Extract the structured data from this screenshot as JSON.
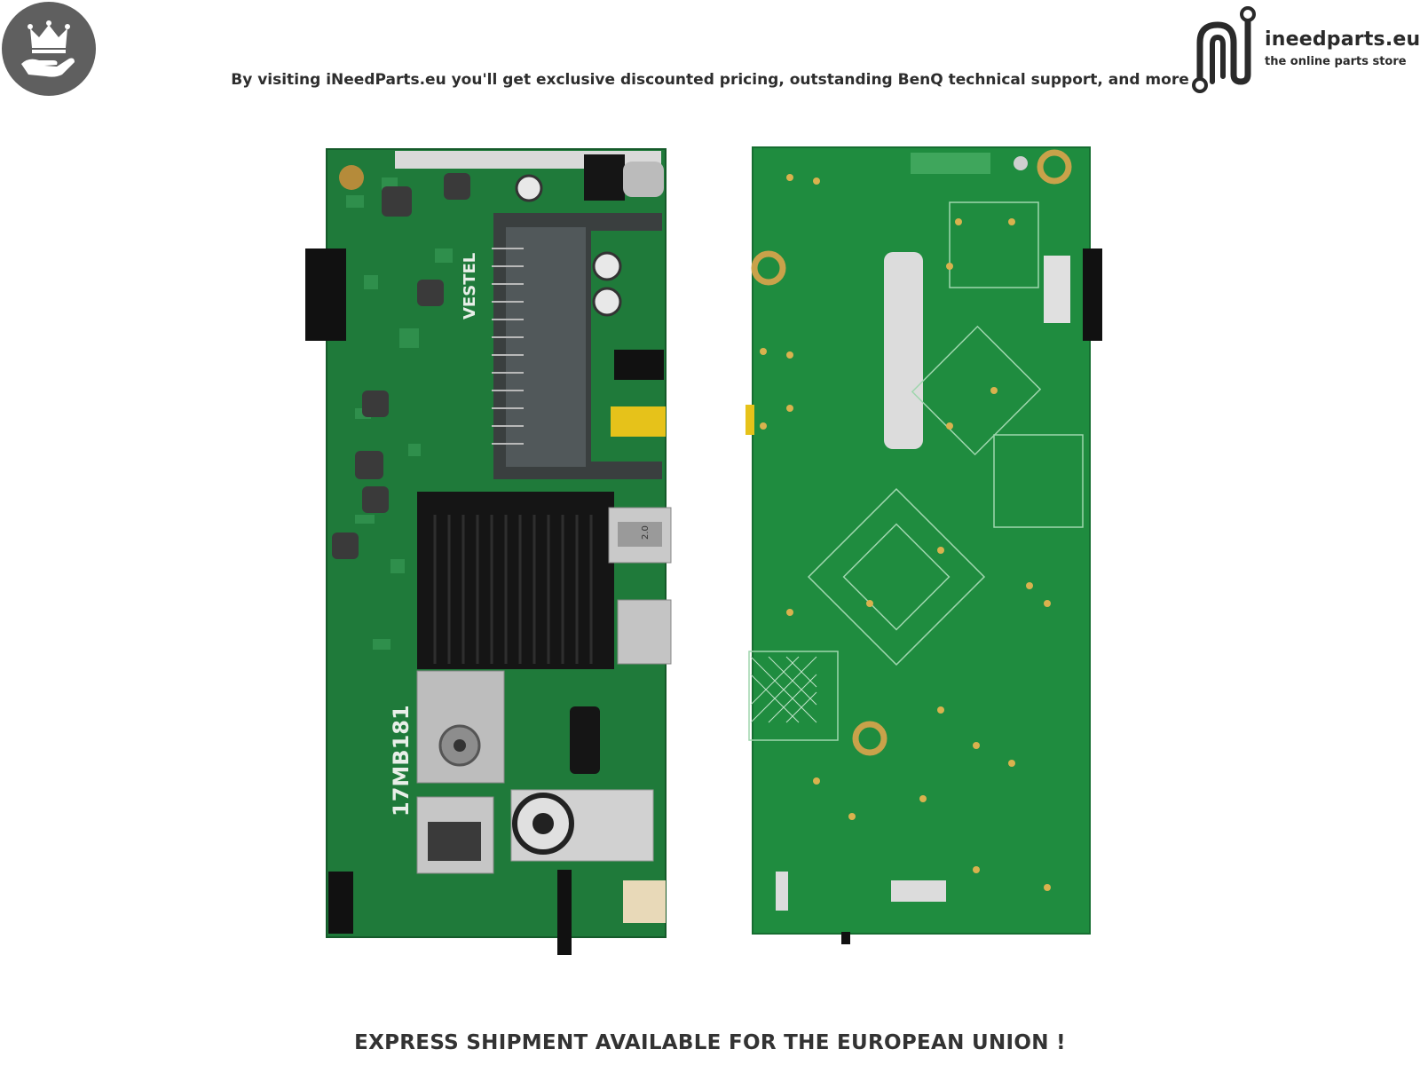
{
  "header": {
    "badge_icon": "crown-on-hand-icon",
    "tagline": "By visiting iNeedParts.eu you'll get exclusive discounted pricing, outstanding BenQ technical support, and more",
    "brand": {
      "logo_icon": "circuit-n-logo-icon",
      "name": "ineedparts.eu",
      "tag": "the online parts store"
    }
  },
  "product": {
    "front_board": {
      "brand_text": "VESTEL",
      "model_text": "17MB181",
      "usb_label": "2.0"
    },
    "back_board": {}
  },
  "footer": {
    "text": "EXPRESS SHIPMENT AVAILABLE FOR THE EUROPEAN UNION !"
  },
  "colors": {
    "badge": "#5f5f5f",
    "pcb_green": "#1f7a3a",
    "pcb_back": "#1f8c3f",
    "heatsink": "#151515"
  }
}
